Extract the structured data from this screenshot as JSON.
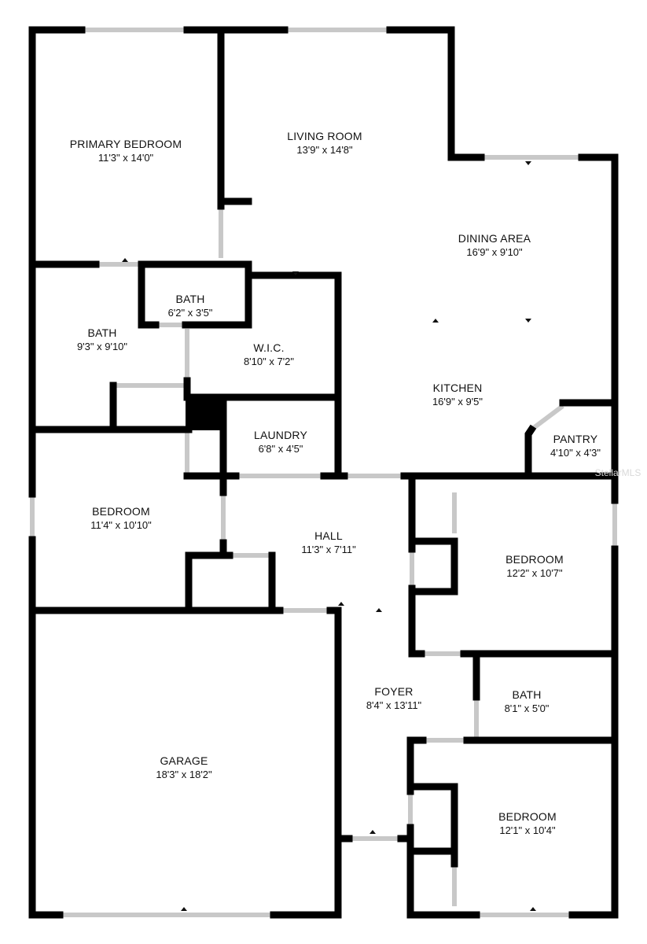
{
  "floorplan": {
    "wall_color": "#000000",
    "opening_color": "#cfcfcf",
    "background": "#ffffff",
    "watermark": "StellarMLS",
    "rooms": [
      {
        "id": "primary-bedroom",
        "name": "PRIMARY BEDROOM",
        "dims": "11'3\" x 14'0\""
      },
      {
        "id": "living-room",
        "name": "LIVING ROOM",
        "dims": "13'9\" x 14'8\""
      },
      {
        "id": "dining-area",
        "name": "DINING AREA",
        "dims": "16'9\" x 9'10\""
      },
      {
        "id": "bath-small",
        "name": "BATH",
        "dims": "6'2\" x 3'5\""
      },
      {
        "id": "bath-primary",
        "name": "BATH",
        "dims": "9'3\" x 9'10\""
      },
      {
        "id": "wic",
        "name": "W.I.C.",
        "dims": "8'10\" x 7'2\""
      },
      {
        "id": "kitchen",
        "name": "KITCHEN",
        "dims": "16'9\" x 9'5\""
      },
      {
        "id": "laundry",
        "name": "LAUNDRY",
        "dims": "6'8\" x 4'5\""
      },
      {
        "id": "pantry",
        "name": "PANTRY",
        "dims": "4'10\" x 4'3\""
      },
      {
        "id": "bedroom-west",
        "name": "BEDROOM",
        "dims": "11'4\" x 10'10\""
      },
      {
        "id": "hall",
        "name": "HALL",
        "dims": "11'3\" x 7'11\""
      },
      {
        "id": "bedroom-east",
        "name": "BEDROOM",
        "dims": "12'2\" x 10'7\""
      },
      {
        "id": "foyer",
        "name": "FOYER",
        "dims": "8'4\" x 13'11\""
      },
      {
        "id": "bath-hall",
        "name": "BATH",
        "dims": "8'1\" x 5'0\""
      },
      {
        "id": "garage",
        "name": "GARAGE",
        "dims": "18'3\" x 18'2\""
      },
      {
        "id": "bedroom-south",
        "name": "BEDROOM",
        "dims": "12'1\" x 10'4\""
      }
    ]
  }
}
